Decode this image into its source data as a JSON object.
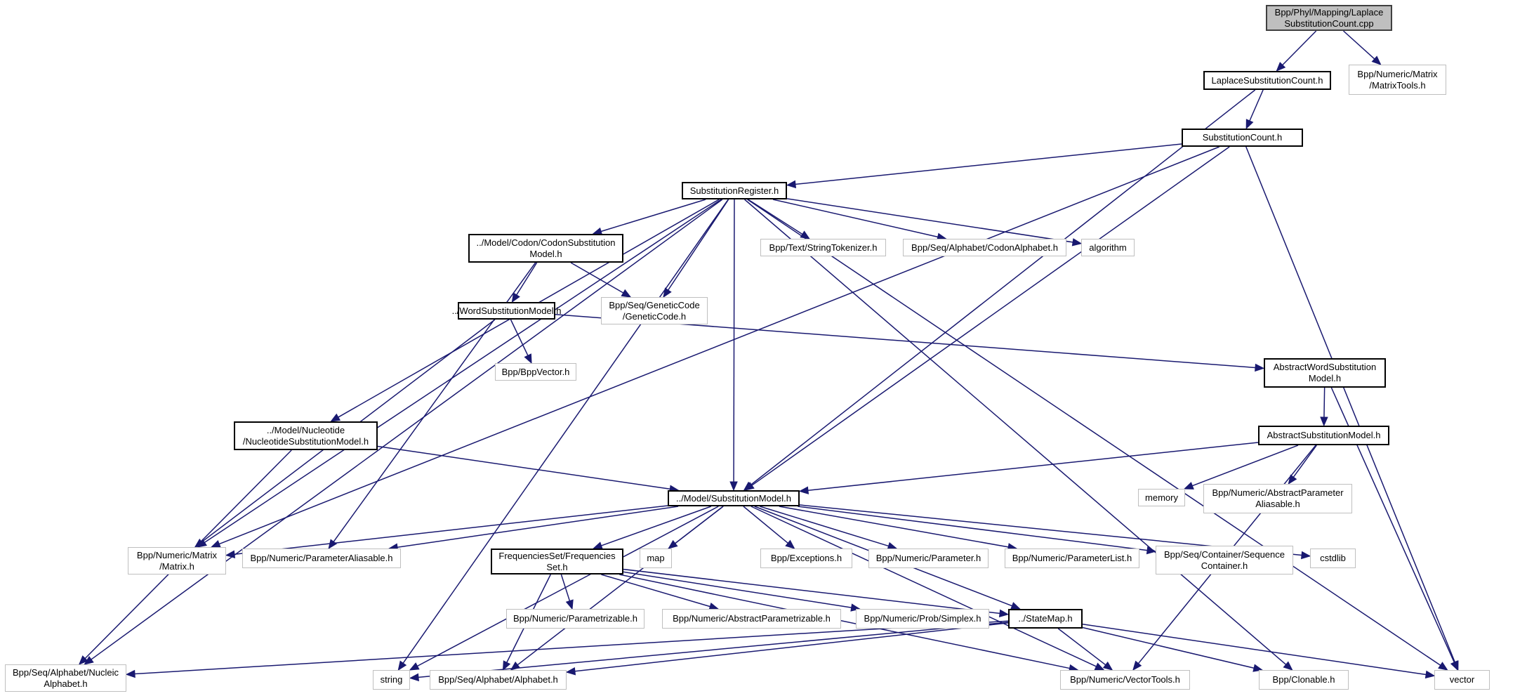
{
  "title": "Bpp/Phyl/Mapping/LaplaceSubstitutionCount.cpp include dependency graph",
  "colors": {
    "edge": "#191970",
    "root_fill": "#bfbfbf",
    "doc_border": "#000000",
    "ext_border": "#bfbfbf"
  },
  "nodes": [
    {
      "id": "root",
      "label": "Bpp/Phyl/Mapping/Laplace\nSubstitutionCount.cpp",
      "kind": "root"
    },
    {
      "id": "laplace_h",
      "label": "LaplaceSubstitutionCount.h",
      "kind": "doc"
    },
    {
      "id": "matrixtools",
      "label": "Bpp/Numeric/Matrix\n/MatrixTools.h",
      "kind": "ext"
    },
    {
      "id": "subcount",
      "label": "SubstitutionCount.h",
      "kind": "doc"
    },
    {
      "id": "subreg",
      "label": "SubstitutionRegister.h",
      "kind": "doc"
    },
    {
      "id": "codonsub",
      "label": "../Model/Codon/CodonSubstitution\nModel.h",
      "kind": "doc"
    },
    {
      "id": "strtok",
      "label": "Bpp/Text/StringTokenizer.h",
      "kind": "ext"
    },
    {
      "id": "codonalpha",
      "label": "Bpp/Seq/Alphabet/CodonAlphabet.h",
      "kind": "ext"
    },
    {
      "id": "algorithm",
      "label": "algorithm",
      "kind": "ext"
    },
    {
      "id": "geneticcode",
      "label": "Bpp/Seq/GeneticCode\n/GeneticCode.h",
      "kind": "ext"
    },
    {
      "id": "wordsub",
      "label": "../WordSubstitutionModel.h",
      "kind": "doc"
    },
    {
      "id": "bppvector",
      "label": "Bpp/BppVector.h",
      "kind": "ext"
    },
    {
      "id": "abswordsub",
      "label": "AbstractWordSubstitution\nModel.h",
      "kind": "doc"
    },
    {
      "id": "abssub",
      "label": "AbstractSubstitutionModel.h",
      "kind": "doc"
    },
    {
      "id": "nucsub",
      "label": "../Model/Nucleotide\n/NucleotideSubstitutionModel.h",
      "kind": "doc"
    },
    {
      "id": "submodel",
      "label": "../Model/SubstitutionModel.h",
      "kind": "doc"
    },
    {
      "id": "memory",
      "label": "memory",
      "kind": "ext"
    },
    {
      "id": "absparamalias",
      "label": "Bpp/Numeric/AbstractParameter\nAliasable.h",
      "kind": "ext"
    },
    {
      "id": "matrix",
      "label": "Bpp/Numeric/Matrix\n/Matrix.h",
      "kind": "ext"
    },
    {
      "id": "paramalias",
      "label": "Bpp/Numeric/ParameterAliasable.h",
      "kind": "ext"
    },
    {
      "id": "freqset",
      "label": "FrequenciesSet/Frequencies\nSet.h",
      "kind": "doc"
    },
    {
      "id": "map",
      "label": "map",
      "kind": "ext"
    },
    {
      "id": "exceptions",
      "label": "Bpp/Exceptions.h",
      "kind": "ext"
    },
    {
      "id": "parameter",
      "label": "Bpp/Numeric/Parameter.h",
      "kind": "ext"
    },
    {
      "id": "paramlist",
      "label": "Bpp/Numeric/ParameterList.h",
      "kind": "ext"
    },
    {
      "id": "seqcontainer",
      "label": "Bpp/Seq/Container/Sequence\nContainer.h",
      "kind": "ext"
    },
    {
      "id": "cstdlib",
      "label": "cstdlib",
      "kind": "ext"
    },
    {
      "id": "parametrizable",
      "label": "Bpp/Numeric/Parametrizable.h",
      "kind": "ext"
    },
    {
      "id": "absparametrizable",
      "label": "Bpp/Numeric/AbstractParametrizable.h",
      "kind": "ext"
    },
    {
      "id": "simplex",
      "label": "Bpp/Numeric/Prob/Simplex.h",
      "kind": "ext"
    },
    {
      "id": "statemap",
      "label": "../StateMap.h",
      "kind": "doc"
    },
    {
      "id": "nucalpha",
      "label": "Bpp/Seq/Alphabet/Nucleic\nAlphabet.h",
      "kind": "ext"
    },
    {
      "id": "string",
      "label": "string",
      "kind": "ext"
    },
    {
      "id": "alphabet",
      "label": "Bpp/Seq/Alphabet/Alphabet.h",
      "kind": "ext"
    },
    {
      "id": "vectortools",
      "label": "Bpp/Numeric/VectorTools.h",
      "kind": "ext"
    },
    {
      "id": "clonable",
      "label": "Bpp/Clonable.h",
      "kind": "ext"
    },
    {
      "id": "vector",
      "label": "vector",
      "kind": "ext"
    }
  ],
  "edges": [
    [
      "root",
      "laplace_h"
    ],
    [
      "root",
      "matrixtools"
    ],
    [
      "laplace_h",
      "subcount"
    ],
    [
      "laplace_h",
      "submodel"
    ],
    [
      "subcount",
      "subreg"
    ],
    [
      "subcount",
      "matrix"
    ],
    [
      "subcount",
      "submodel"
    ],
    [
      "subcount",
      "vector"
    ],
    [
      "subreg",
      "codonsub"
    ],
    [
      "subreg",
      "strtok"
    ],
    [
      "subreg",
      "codonalpha"
    ],
    [
      "subreg",
      "algorithm"
    ],
    [
      "subreg",
      "geneticcode"
    ],
    [
      "subreg",
      "nucsub"
    ],
    [
      "subreg",
      "submodel"
    ],
    [
      "subreg",
      "matrix"
    ],
    [
      "subreg",
      "nucalpha"
    ],
    [
      "subreg",
      "string"
    ],
    [
      "subreg",
      "vector"
    ],
    [
      "subreg",
      "clonable"
    ],
    [
      "codonsub",
      "wordsub"
    ],
    [
      "codonsub",
      "geneticcode"
    ],
    [
      "codonsub",
      "paramalias"
    ],
    [
      "wordsub",
      "bppvector"
    ],
    [
      "wordsub",
      "abswordsub"
    ],
    [
      "wordsub",
      "matrix"
    ],
    [
      "abswordsub",
      "abssub"
    ],
    [
      "abswordsub",
      "vector"
    ],
    [
      "abssub",
      "submodel"
    ],
    [
      "abssub",
      "memory"
    ],
    [
      "abssub",
      "absparamalias"
    ],
    [
      "abssub",
      "vectortools"
    ],
    [
      "nucsub",
      "submodel"
    ],
    [
      "nucsub",
      "nucalpha"
    ],
    [
      "submodel",
      "matrix"
    ],
    [
      "submodel",
      "paramalias"
    ],
    [
      "submodel",
      "freqset"
    ],
    [
      "submodel",
      "map"
    ],
    [
      "submodel",
      "exceptions"
    ],
    [
      "submodel",
      "parameter"
    ],
    [
      "submodel",
      "paramlist"
    ],
    [
      "submodel",
      "seqcontainer"
    ],
    [
      "submodel",
      "cstdlib"
    ],
    [
      "submodel",
      "string"
    ],
    [
      "submodel",
      "alphabet"
    ],
    [
      "submodel",
      "statemap"
    ],
    [
      "submodel",
      "vectortools"
    ],
    [
      "freqset",
      "parametrizable"
    ],
    [
      "freqset",
      "absparametrizable"
    ],
    [
      "freqset",
      "simplex"
    ],
    [
      "freqset",
      "statemap"
    ],
    [
      "freqset",
      "alphabet"
    ],
    [
      "freqset",
      "vectortools"
    ],
    [
      "statemap",
      "vectortools"
    ],
    [
      "statemap",
      "clonable"
    ],
    [
      "statemap",
      "vector"
    ],
    [
      "statemap",
      "alphabet"
    ],
    [
      "statemap",
      "string"
    ],
    [
      "statemap",
      "nucalpha"
    ]
  ]
}
